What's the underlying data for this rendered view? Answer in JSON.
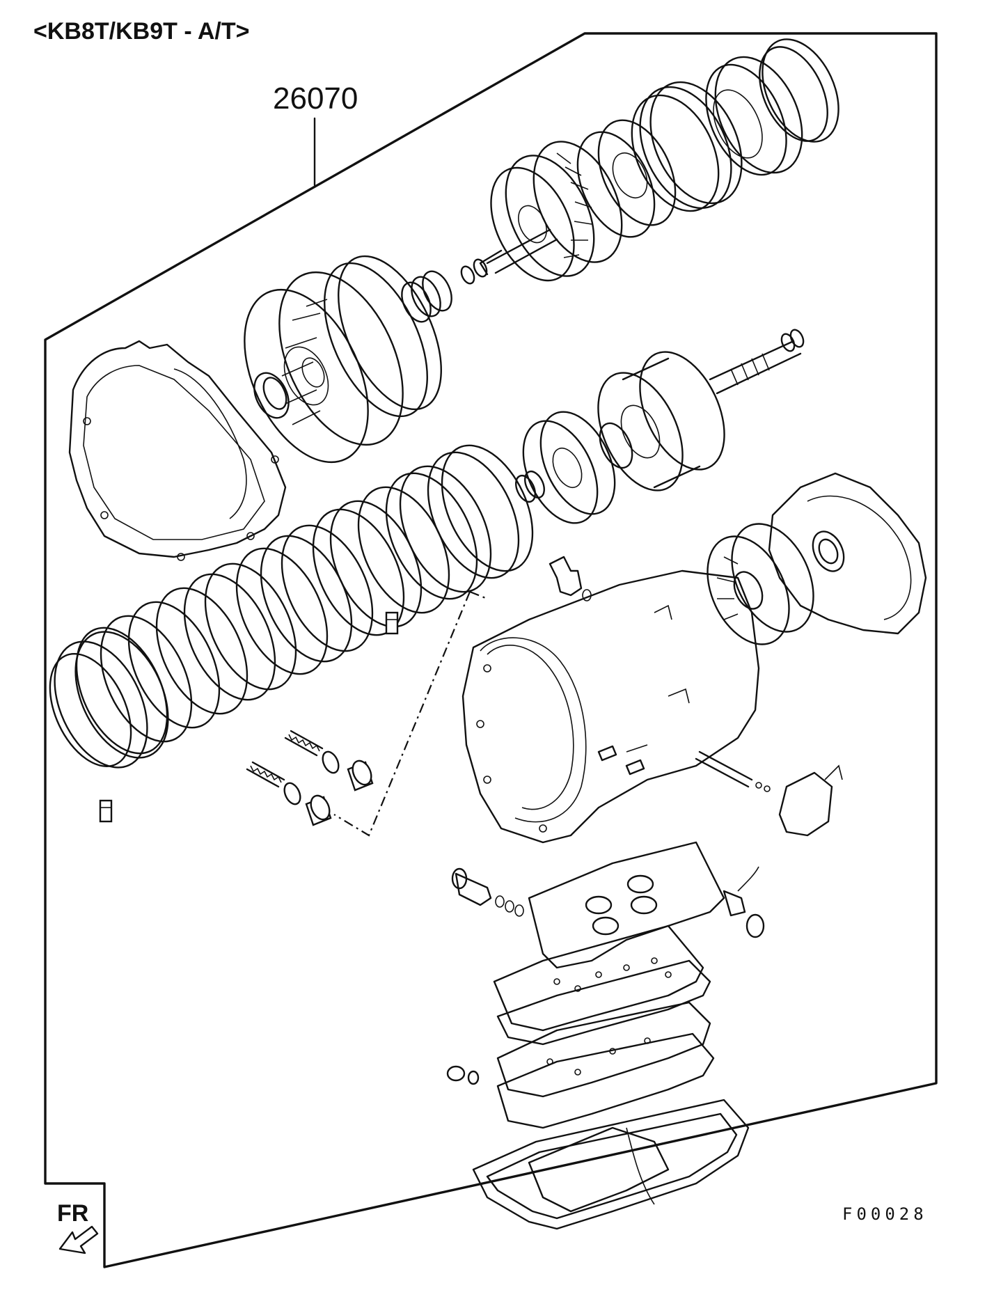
{
  "diagram": {
    "title": "<KB8T/KB9T - A/T>",
    "part_number": "26070",
    "figure_code": "F00028",
    "direction_label": "FR"
  },
  "icons": {
    "front_arrow": "front-direction-arrow-icon"
  }
}
